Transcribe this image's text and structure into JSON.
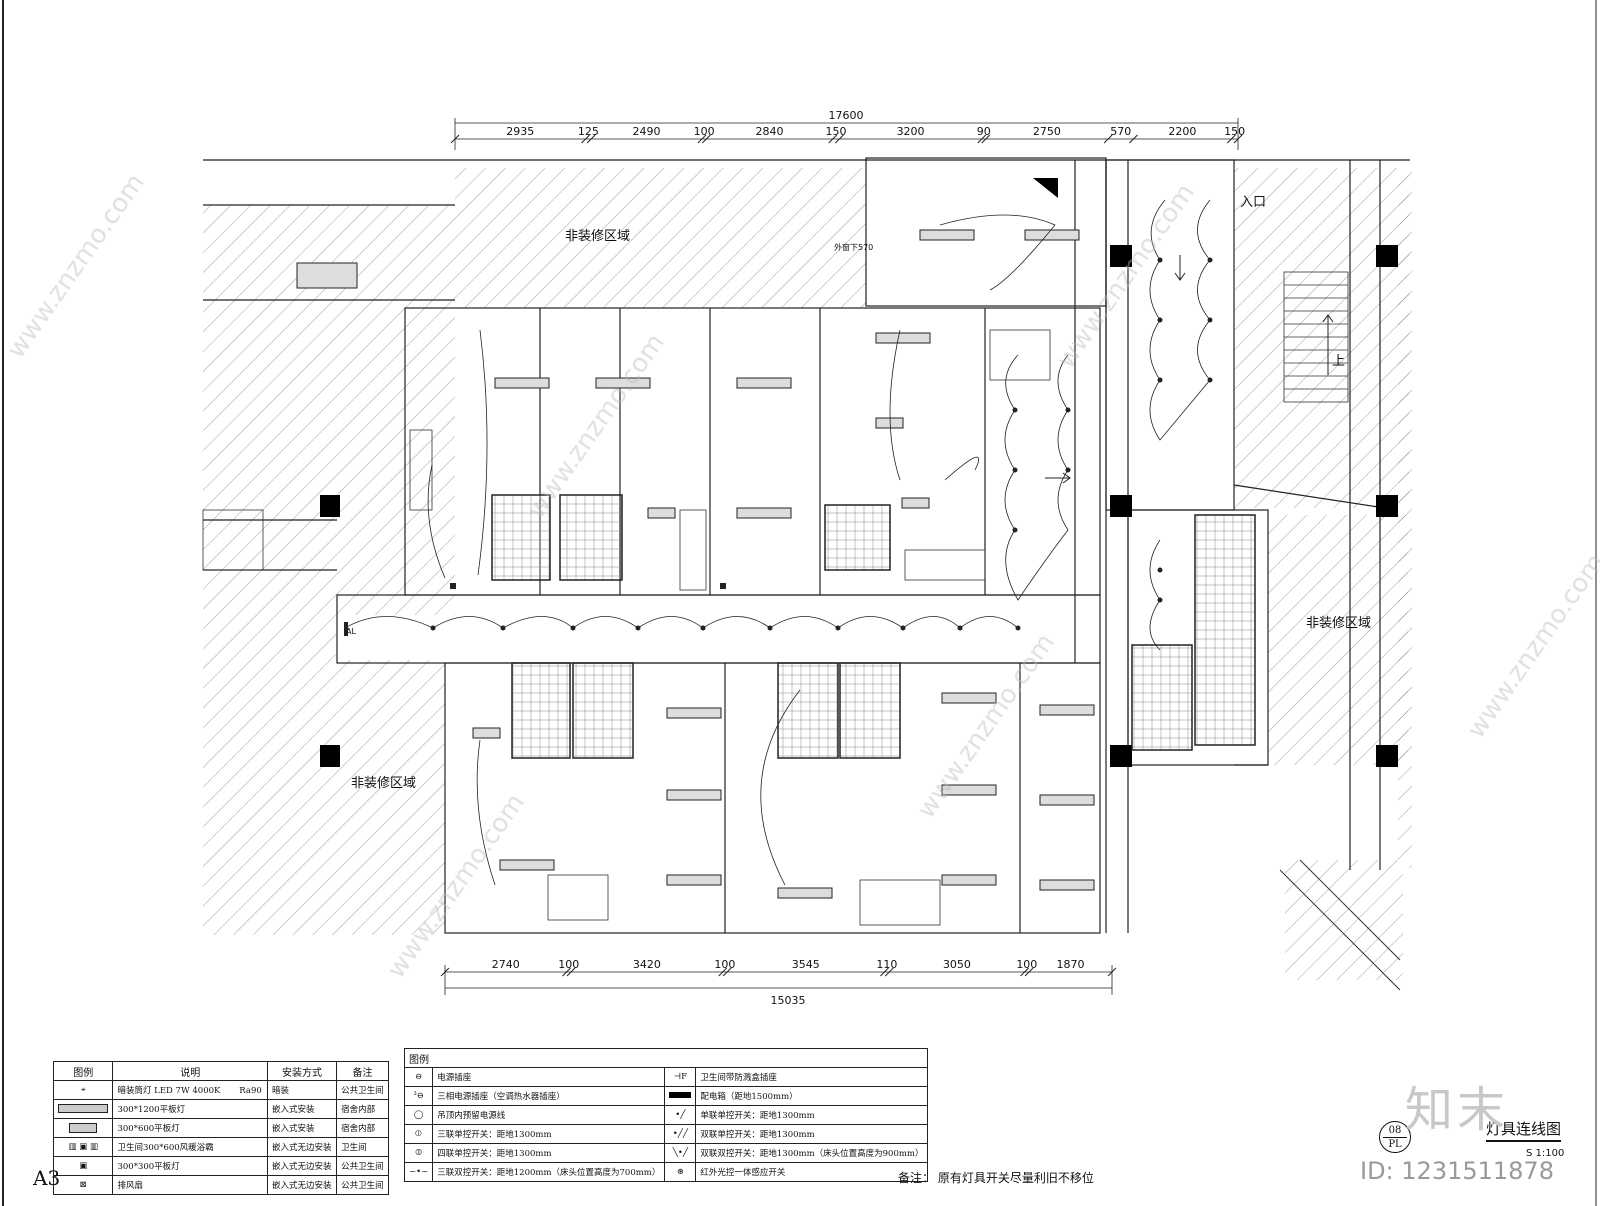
{
  "overall_dims": {
    "top_total": "17600",
    "top_segments": [
      "2935",
      "125",
      "2490",
      "100",
      "2840",
      "150",
      "3200",
      "90",
      "2750",
      "570",
      "2200",
      "150"
    ],
    "bottom_total": "15035",
    "bottom_segments": [
      "2740",
      "100",
      "3420",
      "100",
      "3545",
      "110",
      "3050",
      "100",
      "1870"
    ]
  },
  "zones": {
    "non_reno_top": "非装修区域",
    "non_reno_left": "非装修区域",
    "non_reno_right": "非装修区域",
    "entrance": "入口",
    "stairs_up": "上",
    "external_stair_note": "外窗下570",
    "panel_label": "AL"
  },
  "legend1": {
    "header": [
      "图例",
      "说明",
      "安装方式",
      "备注"
    ],
    "rows": [
      {
        "icon": "downlight-icon",
        "desc": "暗装筒灯 LED 7W 4000K",
        "extra": "Ra90",
        "mount": "暗装",
        "note": "公共卫生间"
      },
      {
        "icon": "panel-300x1200-icon",
        "desc": "300*1200平板灯",
        "extra": "",
        "mount": "嵌入式安装",
        "note": "宿舍内部"
      },
      {
        "icon": "panel-300x600-icon",
        "desc": "300*600平板灯",
        "extra": "",
        "mount": "嵌入式安装",
        "note": "宿舍内部"
      },
      {
        "icon": "bath-heater-icon",
        "desc": "卫生间300*600风暖浴霸",
        "extra": "",
        "mount": "嵌入式无边安装",
        "note": "卫生间"
      },
      {
        "icon": "panel-300x300-icon",
        "desc": "300*300平板灯",
        "extra": "",
        "mount": "嵌入式无边安装",
        "note": "公共卫生间"
      },
      {
        "icon": "exhaust-fan-icon",
        "desc": "排风扇",
        "extra": "",
        "mount": "嵌入式无边安装",
        "note": "公共卫生间"
      }
    ]
  },
  "legend2": {
    "header": "图例",
    "left": [
      {
        "icon": "socket-icon",
        "desc": "电源插座"
      },
      {
        "icon": "three-phase-socket-icon",
        "desc": "三相电源插座（空调热水器插座）"
      },
      {
        "icon": "ceiling-power-icon",
        "desc": "吊顶内预留电源线"
      },
      {
        "icon": "triple-switch-icon",
        "desc": "三联单控开关：距地1300mm"
      },
      {
        "icon": "quad-switch-icon",
        "desc": "四联单控开关：距地1300mm"
      },
      {
        "icon": "triple-dual-switch-icon",
        "desc": "三联双控开关：距地1200mm（床头位置高度为700mm）"
      }
    ],
    "right": [
      {
        "icon": "splash-socket-icon",
        "desc": "卫生间带防溅盒插座"
      },
      {
        "icon": "distribution-box-icon",
        "desc": "配电箱（距地1500mm）"
      },
      {
        "icon": "single-switch-icon",
        "desc": "单联单控开关：距地1300mm"
      },
      {
        "icon": "double-switch-icon",
        "desc": "双联单控开关：距地1300mm"
      },
      {
        "icon": "double-dual-switch-icon",
        "desc": "双联双控开关：距地1300mm（床头位置高度为900mm）"
      },
      {
        "icon": "ir-sensor-switch-icon",
        "desc": "红外光控一体感应开关"
      }
    ]
  },
  "footer": {
    "remark": "备注：  原有灯具开关尽量利旧不移位",
    "sheet_size": "A3",
    "sheet_title": "灯具连线图",
    "sheet_no_top": "08",
    "sheet_no_bottom": "PL",
    "scale": "S    1:100",
    "watermark_logo": "知末",
    "watermark_id": "ID: 1231511878",
    "watermark_site": "www.znzmo.com"
  }
}
